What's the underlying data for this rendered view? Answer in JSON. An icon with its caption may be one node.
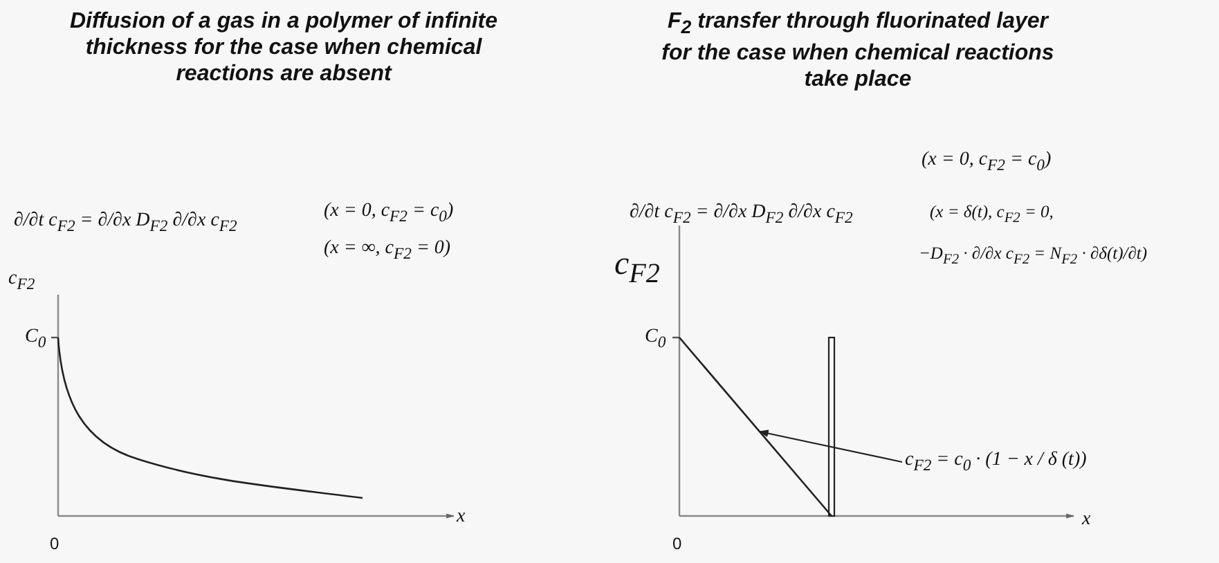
{
  "diagram": {
    "nodes": [
      {
        "text": [
          "c$_{F2}$ = c$_{0}$ · (1 − x / δ (t))"
        ]
      },
      {
        "text": [],
        "shape": "line"
      }
    ],
    "edges": [
      {
        "from": 0,
        "to": 1,
        "arrow": "to"
      }
    ],
    "labels": [
      "Diffusion of a gas in a polymer of infinite thickness for the case when chemical reactions are absent",
      "F$_{2}$ transfer through fluorinated layer for the case when chemical reactions take place",
      "∂/∂t c$_{F2}$ = ∂/∂x D$_{F2}$ ∂/∂x c$_{F2}$",
      "(x = 0,   c$_{F2}$ = c$_{0}$)",
      "(x = ∞,   c$_{F2}$ = 0)",
      "c$_{F2}$",
      "C$_{0}$",
      "x",
      "0",
      "∂/∂t c$_{F2}$ = ∂/∂x D$_{F2}$ ∂/∂x c$_{F2}$",
      "(x = 0,   c$_{F2}$ = c$_{0}$)",
      "(x = δ(t),   c$_{F2}$ = 0,",
      "−D$_{F2}$ · ∂/∂x c$_{F2}$ = N$_{F2}$ · ∂δ(t)/∂t)",
      "c$_{F2}$",
      "C$_{0}$",
      "x",
      "0"
    ]
  }
}
